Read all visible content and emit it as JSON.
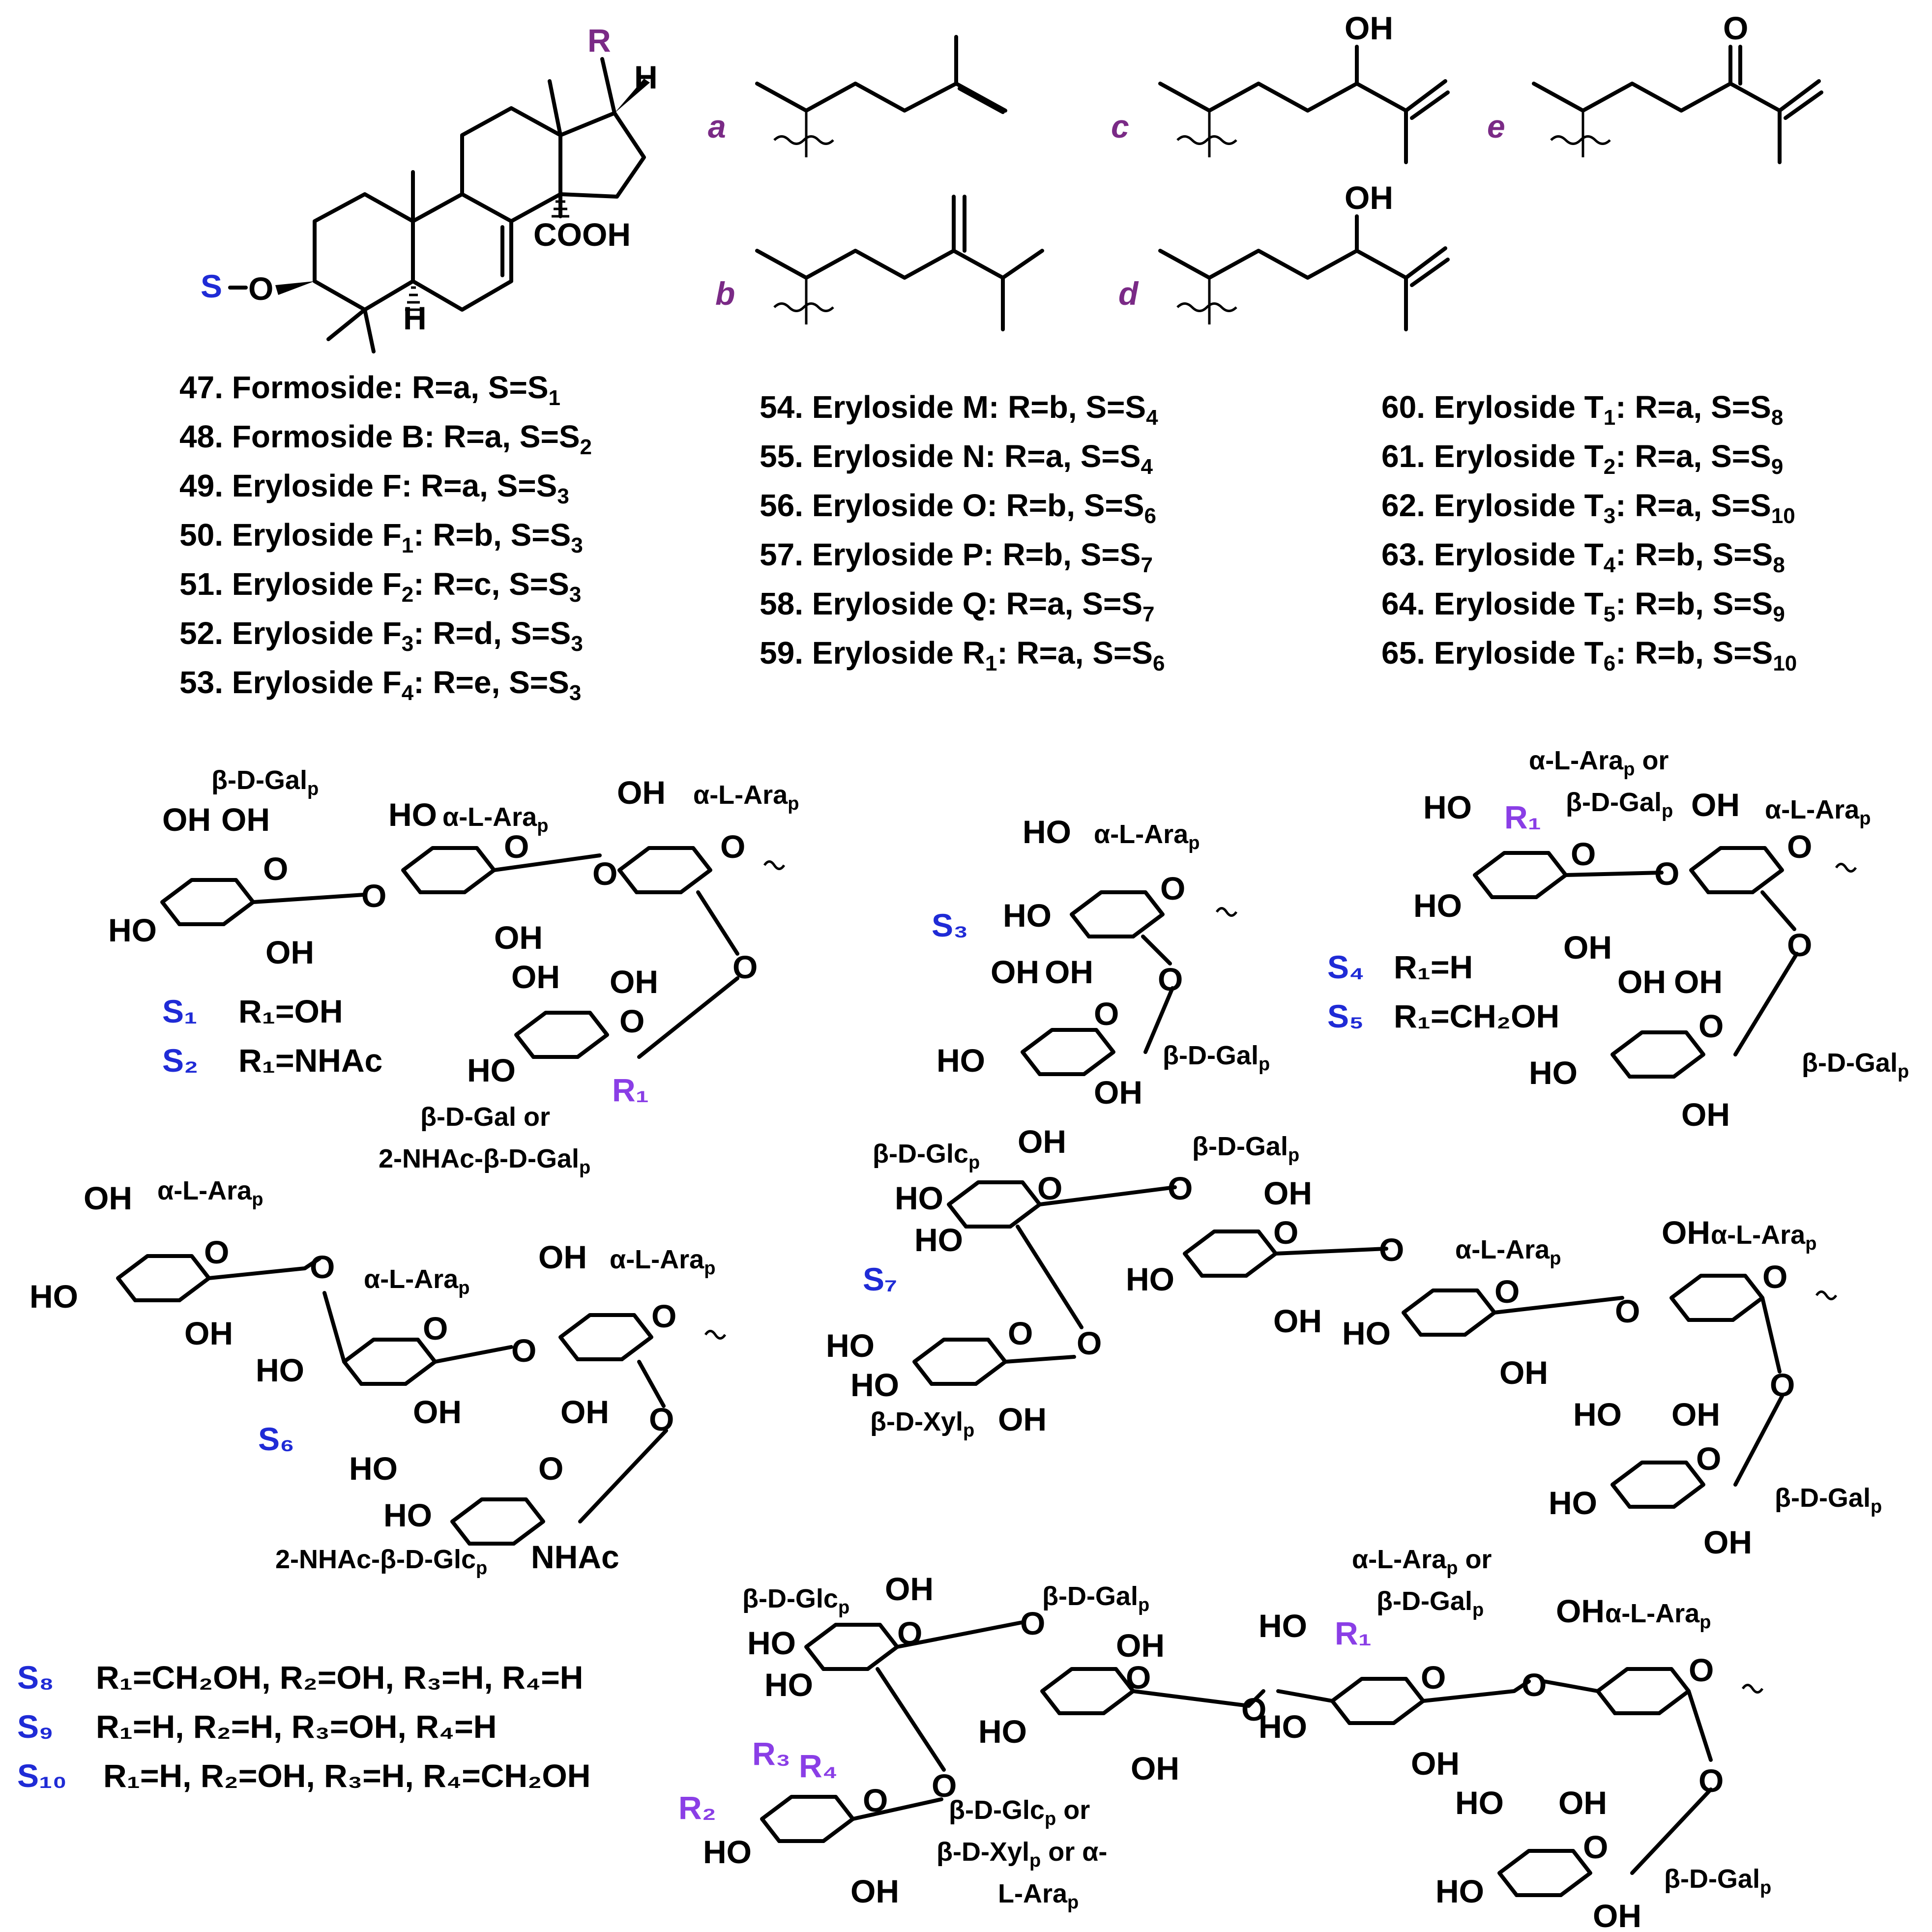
{
  "colors": {
    "black": "#000000",
    "sugar_code": "#1f2bd6",
    "side_chain": "#7a2a86",
    "substituent": "#8a3ee6"
  },
  "core": {
    "R": "R",
    "H": "H",
    "COOH": "COOH",
    "S": "S",
    "O": "O"
  },
  "side_chain_labels": [
    "a",
    "b",
    "c",
    "d",
    "e"
  ],
  "side_chain_groups": {
    "OH": "OH",
    "O": "O"
  },
  "compounds": {
    "col1": [
      {
        "num": "47.",
        "name": "Formoside",
        "name_sub": "",
        "r": "a",
        "s": "1"
      },
      {
        "num": "48.",
        "name": "Formoside B",
        "name_sub": "",
        "r": "a",
        "s": "2"
      },
      {
        "num": "49.",
        "name": "Eryloside F",
        "name_sub": "",
        "r": "a",
        "s": "3"
      },
      {
        "num": "50.",
        "name": "Eryloside F",
        "name_sub": "1",
        "r": "b",
        "s": "3"
      },
      {
        "num": "51.",
        "name": "Eryloside F",
        "name_sub": "2",
        "r": "c",
        "s": "3"
      },
      {
        "num": "52.",
        "name": "Eryloside F",
        "name_sub": "3",
        "r": "d",
        "s": "3"
      },
      {
        "num": "53.",
        "name": "Eryloside F",
        "name_sub": "4",
        "r": "e",
        "s": "3"
      }
    ],
    "col2": [
      {
        "num": "54.",
        "name": "Eryloside M",
        "name_sub": "",
        "r": "b",
        "s": "4"
      },
      {
        "num": "55.",
        "name": "Eryloside N",
        "name_sub": "",
        "r": "a",
        "s": "4"
      },
      {
        "num": "56.",
        "name": "Eryloside O",
        "name_sub": "",
        "r": "b",
        "s": "6"
      },
      {
        "num": "57.",
        "name": "Eryloside P",
        "name_sub": "",
        "r": "b",
        "s": "7"
      },
      {
        "num": "58.",
        "name": "Eryloside Q",
        "name_sub": "",
        "r": "a",
        "s": "7"
      },
      {
        "num": "59.",
        "name": "Eryloside R",
        "name_sub": "1",
        "r": "a",
        "s": "6"
      }
    ],
    "col3": [
      {
        "num": "60.",
        "name": "Eryloside T",
        "name_sub": "1",
        "r": "a",
        "s": "8"
      },
      {
        "num": "61.",
        "name": "Eryloside T",
        "name_sub": "2",
        "r": "a",
        "s": "9"
      },
      {
        "num": "62.",
        "name": "Eryloside T",
        "name_sub": "3",
        "r": "a",
        "s": "10"
      },
      {
        "num": "63.",
        "name": "Eryloside T",
        "name_sub": "4",
        "r": "b",
        "s": "8"
      },
      {
        "num": "64.",
        "name": "Eryloside T",
        "name_sub": "5",
        "r": "b",
        "s": "9"
      },
      {
        "num": "65.",
        "name": "Eryloside T",
        "name_sub": "6",
        "r": "b",
        "s": "10"
      }
    ]
  },
  "sugars": {
    "b_D_Gal": "β-D-Gal",
    "a_L_Ara": "α-L-Ara",
    "b_D_Glc": "β-D-Glc",
    "b_D_Xyl": "β-D-Xyl",
    "p": "p",
    "b_D_Gal_or": "β-D-Gal or",
    "NHAc_b_D_Gal": "2-NHAc-β-D-Gal",
    "NHAc_b_D_Glc": "2-NHAc-β-D-Glc",
    "a_L_Ara_or": "α-L-Ara",
    "or": "or",
    "glc_or_xyl_1": "β-D-Glc",
    "glc_or_xyl_2": "β-D-Xyl",
    "glc_or_xyl_3": "L-Ara",
    "alpha_dash": "or α-",
    "OH": "OH",
    "HO": "HO",
    "O": "O",
    "NHAc": "NHAc"
  },
  "definitions": {
    "S1": "R₁=OH",
    "S2": "R₁=NHAc",
    "S4": "R₁=H",
    "S5": "R₁=CH₂OH",
    "S8": "R₁=CH₂OH, R₂=OH, R₃=H, R₄=H",
    "S9": "R₁=H, R₂=H,  R₃=OH, R₄=H",
    "S10": "R₁=H, R₂=OH, R₃=H, R₄=CH₂OH"
  },
  "codes": {
    "S1": "S₁",
    "S2": "S₂",
    "S3": "S₃",
    "S4": "S₄",
    "S5": "S₅",
    "S6": "S₆",
    "S7": "S₇",
    "S8": "S₈",
    "S9": "S₉",
    "S10": "S₁₀"
  },
  "substituents": {
    "R1": "R₁",
    "R2": "R₂",
    "R3": "R₃",
    "R4": "R₄"
  }
}
